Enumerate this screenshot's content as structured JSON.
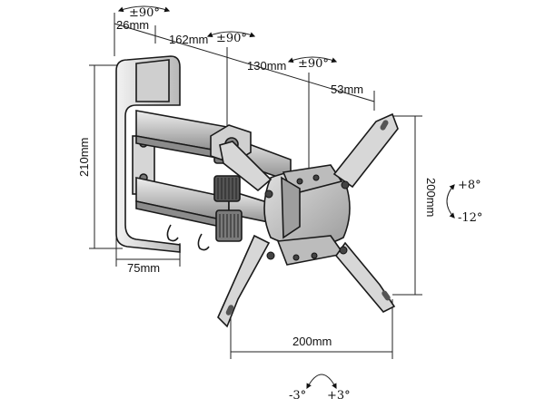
{
  "dimensions": {
    "d26": "26mm",
    "d162": "162mm",
    "d130": "130mm",
    "d53": "53mm",
    "d210": "210mm",
    "d75": "75mm",
    "d200_width": "200mm",
    "d200_height": "200mm"
  },
  "rotations": {
    "swivel_1": "±90°",
    "swivel_2": "±90°",
    "swivel_3": "±90°",
    "tilt_up": "+8°",
    "tilt_down": "-12°",
    "level_left": "-3°",
    "level_right": "+3°"
  },
  "colors": {
    "line": "#222222",
    "metal_light": "#d9d9d9",
    "metal_mid": "#a9a9a9",
    "metal_dark": "#6e6e6e",
    "background": "#ffffff"
  }
}
